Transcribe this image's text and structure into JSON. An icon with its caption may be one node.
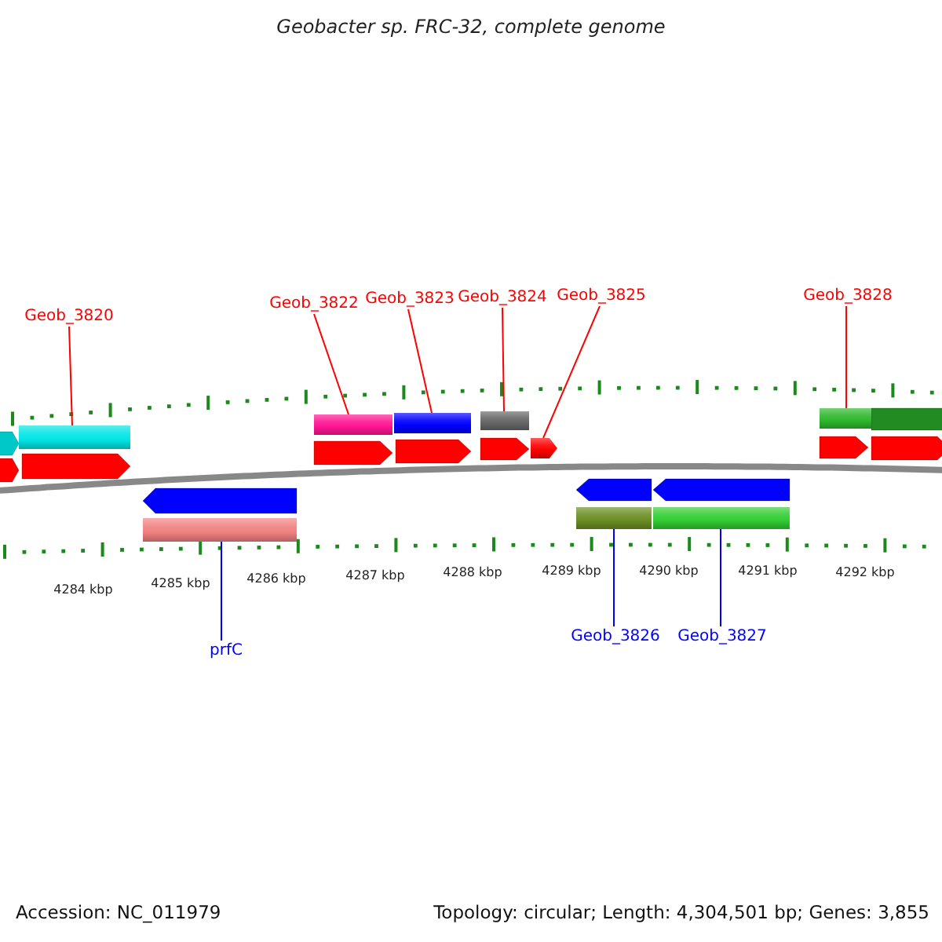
{
  "diagram": {
    "title": "Geobacter sp. FRC-32, complete genome",
    "nodes": [
      {
        "text": [
          "Geob_3820"
        ]
      },
      {
        "text": [],
        "shape": "bar"
      },
      {
        "text": [
          "Geob_3822"
        ]
      },
      {
        "text": [],
        "shape": "bar"
      },
      {
        "text": [
          "Geob_3823"
        ]
      },
      {
        "text": [],
        "shape": "bar"
      },
      {
        "text": [
          "Geob_3824"
        ]
      },
      {
        "text": [],
        "shape": "bar"
      },
      {
        "text": [
          "Geob_3825"
        ]
      },
      {
        "text": [],
        "shape": "pentagon"
      },
      {
        "text": [
          "Geob_3828"
        ]
      },
      {
        "text": [],
        "shape": "bar"
      },
      {
        "text": [
          "prfC"
        ]
      },
      {
        "text": [],
        "shape": "bar"
      },
      {
        "text": [
          "Geob_3826"
        ]
      },
      {
        "text": [],
        "shape": "bar"
      },
      {
        "text": [
          "Geob_3827"
        ]
      },
      {
        "text": [],
        "shape": "bar"
      }
    ],
    "edges": [
      {
        "from": 0,
        "to": 1,
        "arrow": "none"
      },
      {
        "from": 2,
        "to": 3,
        "arrow": "none"
      },
      {
        "from": 4,
        "to": 5,
        "arrow": "none"
      },
      {
        "from": 6,
        "to": 7,
        "arrow": "none"
      },
      {
        "from": 8,
        "to": 9,
        "arrow": "none"
      },
      {
        "from": 10,
        "to": 11,
        "arrow": "none"
      },
      {
        "from": 12,
        "to": 13,
        "arrow": "none",
        "color": "#0000ff"
      },
      {
        "from": 14,
        "to": 15,
        "arrow": "none",
        "color": "#0000ff"
      },
      {
        "from": 16,
        "to": 17,
        "arrow": "none",
        "color": "#0000ff"
      }
    ],
    "labels": [
      "4284 kbp",
      "4285 kbp",
      "4286 kbp",
      "4287 kbp",
      "4288 kbp",
      "4289 kbp",
      "4290 kbp",
      "4291 kbp",
      "4292 kbp",
      "Accession: NC_011979",
      "Topology: circular; Length: 4,304,501 bp; Genes: 3,855"
    ]
  }
}
